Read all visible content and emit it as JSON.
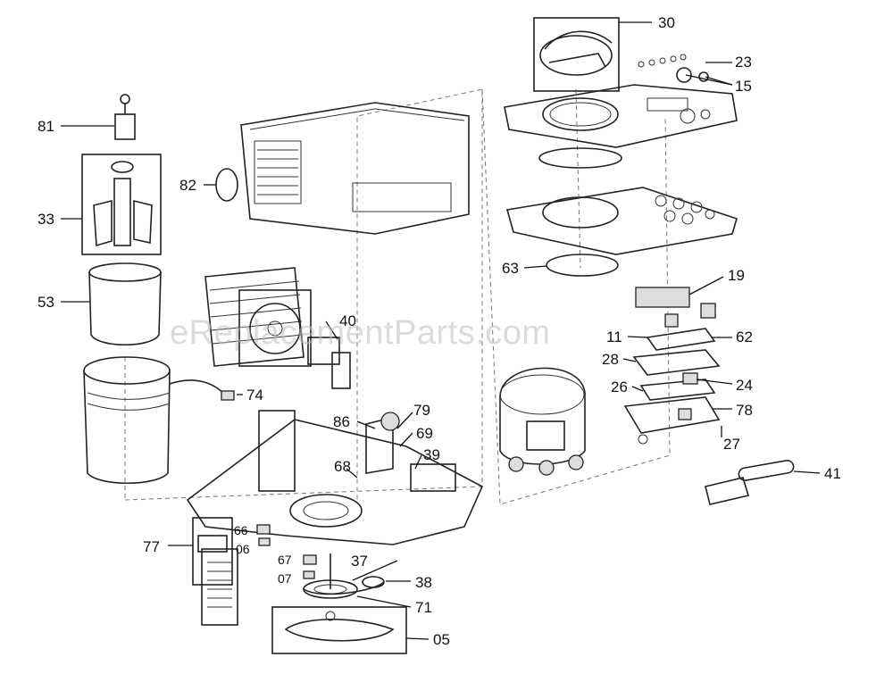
{
  "watermark": "eReplacementParts.com",
  "callouts": [
    {
      "id": "30",
      "label": "30"
    },
    {
      "id": "23",
      "label": "23"
    },
    {
      "id": "15",
      "label": "15"
    },
    {
      "id": "81",
      "label": "81"
    },
    {
      "id": "82",
      "label": "82"
    },
    {
      "id": "33",
      "label": "33"
    },
    {
      "id": "63",
      "label": "63"
    },
    {
      "id": "19",
      "label": "19"
    },
    {
      "id": "53",
      "label": "53"
    },
    {
      "id": "40",
      "label": "40"
    },
    {
      "id": "11",
      "label": "11"
    },
    {
      "id": "62",
      "label": "62"
    },
    {
      "id": "28",
      "label": "28"
    },
    {
      "id": "74",
      "label": "74"
    },
    {
      "id": "24",
      "label": "24"
    },
    {
      "id": "26",
      "label": "26"
    },
    {
      "id": "86",
      "label": "86"
    },
    {
      "id": "79",
      "label": "79"
    },
    {
      "id": "78",
      "label": "78"
    },
    {
      "id": "69",
      "label": "69"
    },
    {
      "id": "27",
      "label": "27"
    },
    {
      "id": "68",
      "label": "68"
    },
    {
      "id": "39",
      "label": "39"
    },
    {
      "id": "41",
      "label": "41"
    },
    {
      "id": "66",
      "label": "66"
    },
    {
      "id": "06",
      "label": "06"
    },
    {
      "id": "77",
      "label": "77"
    },
    {
      "id": "67",
      "label": "67"
    },
    {
      "id": "37",
      "label": "37"
    },
    {
      "id": "07",
      "label": "07"
    },
    {
      "id": "38",
      "label": "38"
    },
    {
      "id": "71",
      "label": "71"
    },
    {
      "id": "05",
      "label": "05"
    }
  ]
}
